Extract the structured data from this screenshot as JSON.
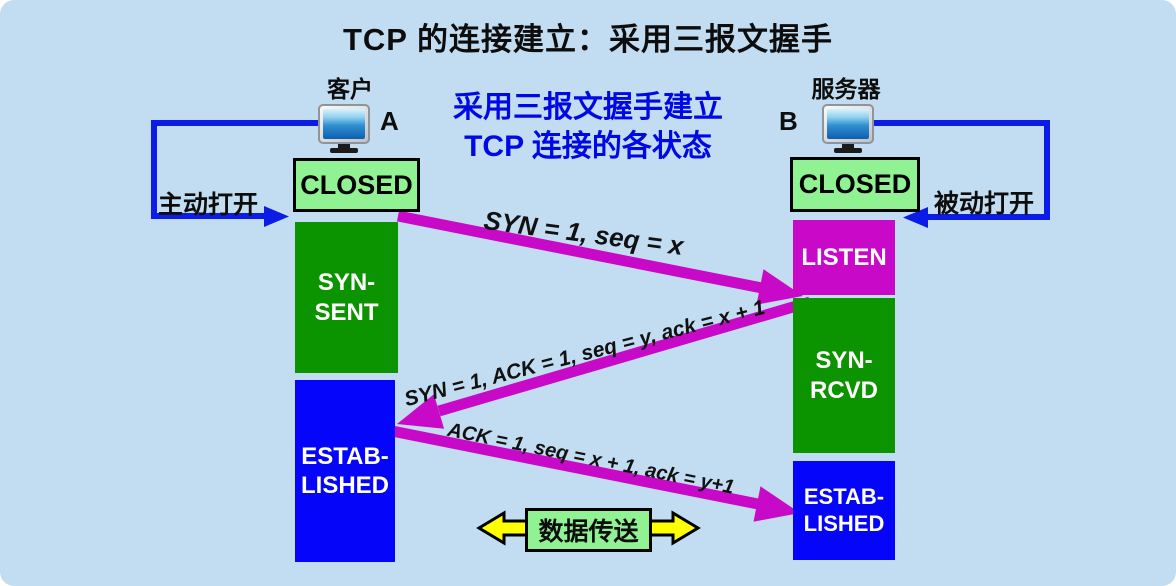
{
  "title": "TCP 的连接建立：采用三报文握手",
  "subtitle": {
    "line1": "采用三报文握手建立",
    "line2": "TCP 连接的各状态"
  },
  "client": {
    "name": "客户",
    "host_id": "A",
    "open_action": "主动打开",
    "states": {
      "closed": "CLOSED",
      "syn_sent_line1": "SYN-",
      "syn_sent_line2": "SENT",
      "established_line1": "ESTAB-",
      "established_line2": "LISHED"
    }
  },
  "server": {
    "name": "服务器",
    "host_id": "B",
    "open_action": "被动打开",
    "states": {
      "closed": "CLOSED",
      "listen": "LISTEN",
      "syn_rcvd_line1": "SYN-",
      "syn_rcvd_line2": "RCVD",
      "established_line1": "ESTAB-",
      "established_line2": "LISHED"
    }
  },
  "messages": {
    "syn": "SYN = 1, seq = x",
    "synack": "SYN = 1, ACK = 1, seq = y, ack = x + 1",
    "ack": "ACK = 1, seq = x + 1, ack = y+1"
  },
  "data_transfer_label": "数据传送",
  "colors": {
    "background": "#c2ddf1",
    "closed_box_green": "#90f292",
    "state_green": "#0c9400",
    "state_blue": "#0505fa",
    "listen_magenta": "#c80ac8",
    "arrow_magenta": "#c80ac8",
    "connector_blue": "#0b1ce6",
    "transfer_arrow_yellow": "#ffff00",
    "subtitle_blue": "#0009e5"
  }
}
